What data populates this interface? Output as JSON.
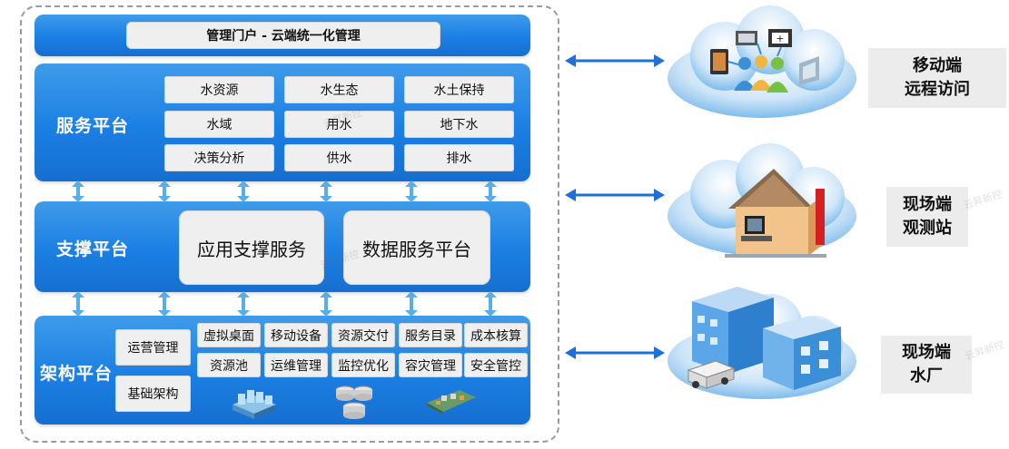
{
  "portal": {
    "label": "管理门户 - 云端统一化管理"
  },
  "service": {
    "title": "服务平台",
    "cells": [
      "水资源",
      "水生态",
      "水土保持",
      "水域",
      "用水",
      "地下水",
      "决策分析",
      "供水",
      "排水"
    ]
  },
  "support": {
    "title": "支撑平台",
    "cells": [
      "应用支撑服务",
      "数据服务平台"
    ]
  },
  "arch": {
    "title": "架构平台",
    "left": [
      "运营管理",
      "基础架构"
    ],
    "grid": [
      "虚拟桌面",
      "移动设备",
      "资源交付",
      "服务目录",
      "成本核算",
      "资源池",
      "运维管理",
      "监控优化",
      "容灾管理",
      "安全管控"
    ]
  },
  "right": [
    {
      "line1": "移动端",
      "line2": "远程访问",
      "icon": "mobile-devices-icon"
    },
    {
      "line1": "现场端",
      "line2": "观测站",
      "icon": "house-station-icon"
    },
    {
      "line1": "现场端",
      "line2": "水厂",
      "icon": "water-plant-icon"
    }
  ],
  "watermark": "云昇新控",
  "colors": {
    "band": "#1b7fe3",
    "arrow": "#1e6fd8",
    "cell": "#efefef",
    "cloud": "#6fb3ea"
  }
}
